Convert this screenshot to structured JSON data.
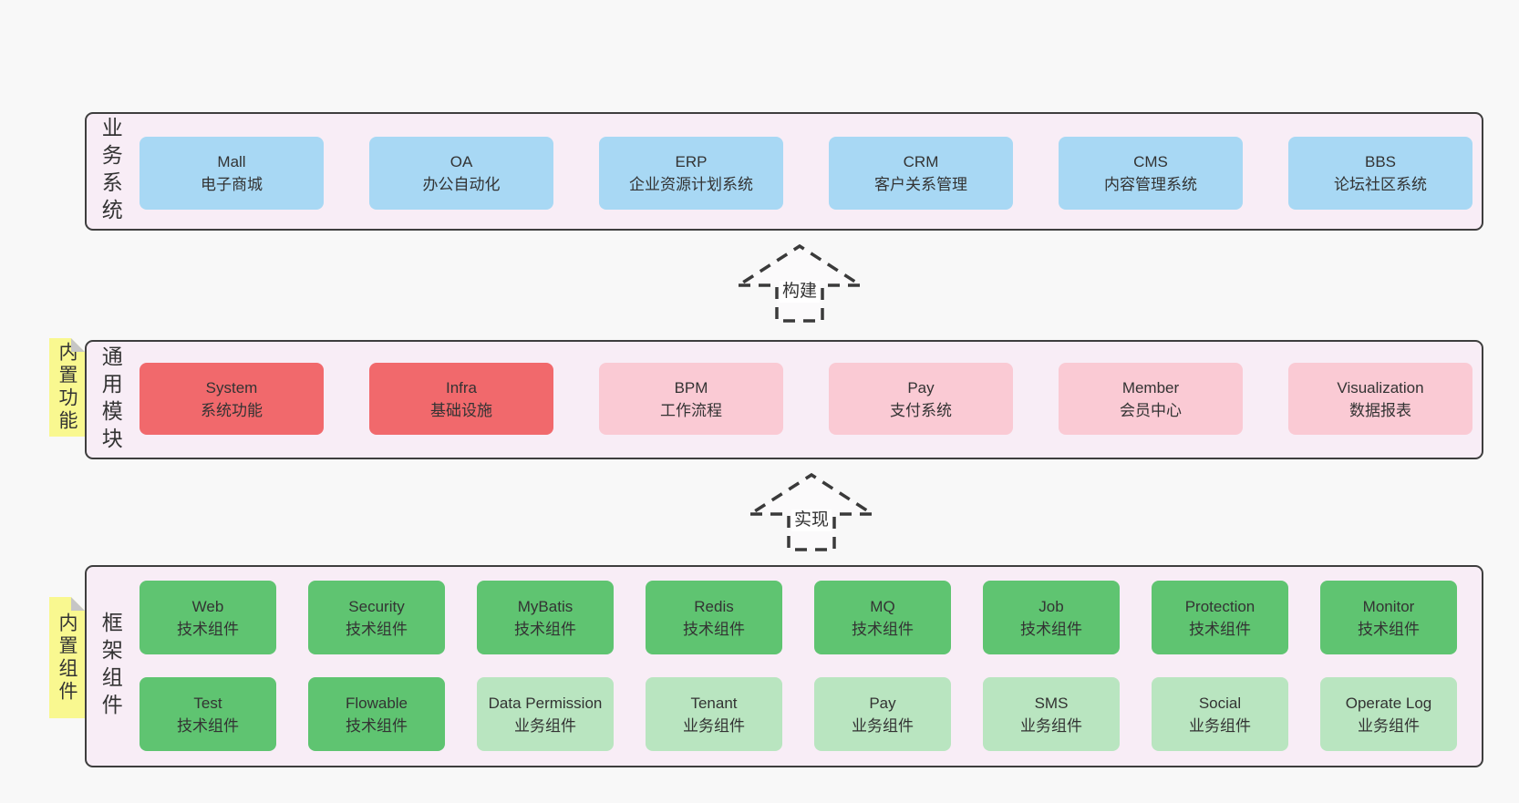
{
  "canvas": {
    "background": "#f8f8f8"
  },
  "colors": {
    "panel_background": "#f8edf6",
    "panel_border": "#3e3e3e",
    "blue": "#a8d8f4",
    "red": "#f1696c",
    "pink": "#facad4",
    "green": "#5fc471",
    "light_green": "#b9e5c0",
    "note_yellow": "#f9f890",
    "note_fold_gray": "#c6c6c6",
    "arrow_stroke": "#3a3a3a",
    "text": "#333333"
  },
  "sections": [
    {
      "label": "业务系统",
      "boxes": [
        {
          "name": "Mall",
          "desc": "电子商城"
        },
        {
          "name": "OA",
          "desc": "办公自动化"
        },
        {
          "name": "ERP",
          "desc": "企业资源计划系统"
        },
        {
          "name": "CRM",
          "desc": "客户关系管理"
        },
        {
          "name": "CMS",
          "desc": "内容管理系统"
        },
        {
          "name": "BBS",
          "desc": "论坛社区系统"
        }
      ]
    },
    {
      "label": "通用模块",
      "sticky": "内置功能",
      "boxes": [
        {
          "name": "System",
          "desc": "系统功能"
        },
        {
          "name": "Infra",
          "desc": "基础设施"
        },
        {
          "name": "BPM",
          "desc": "工作流程"
        },
        {
          "name": "Pay",
          "desc": "支付系统"
        },
        {
          "name": "Member",
          "desc": "会员中心"
        },
        {
          "name": "Visualization",
          "desc": "数据报表"
        }
      ]
    },
    {
      "label": "框架组件",
      "sticky": "内置组件",
      "rows": [
        [
          {
            "name": "Web",
            "desc": "技术组件"
          },
          {
            "name": "Security",
            "desc": "技术组件"
          },
          {
            "name": "MyBatis",
            "desc": "技术组件"
          },
          {
            "name": "Redis",
            "desc": "技术组件"
          },
          {
            "name": "MQ",
            "desc": "技术组件"
          },
          {
            "name": "Job",
            "desc": "技术组件"
          },
          {
            "name": "Protection",
            "desc": "技术组件"
          },
          {
            "name": "Monitor",
            "desc": "技术组件"
          }
        ],
        [
          {
            "name": "Test",
            "desc": "技术组件"
          },
          {
            "name": "Flowable",
            "desc": "技术组件"
          },
          {
            "name": "Data Permission",
            "desc": "业务组件"
          },
          {
            "name": "Tenant",
            "desc": "业务组件"
          },
          {
            "name": "Pay",
            "desc": "业务组件"
          },
          {
            "name": "SMS",
            "desc": "业务组件"
          },
          {
            "name": "Social",
            "desc": "业务组件"
          },
          {
            "name": "Operate Log",
            "desc": "业务组件"
          }
        ]
      ]
    }
  ],
  "arrows": [
    {
      "label": "构建"
    },
    {
      "label": "实现"
    }
  ]
}
